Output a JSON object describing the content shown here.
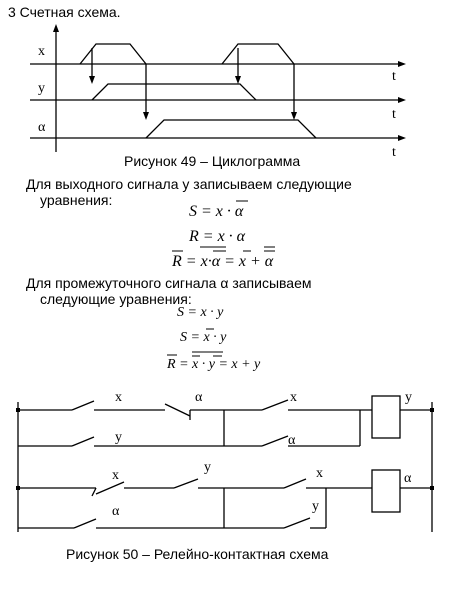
{
  "heading": "3 Счетная схема.",
  "cyclogram": {
    "signals": [
      "x",
      "y",
      "α"
    ],
    "time_label": "t",
    "caption": "Рисунок 49 – Циклограмма"
  },
  "output_signal": {
    "intro_line1": "Для выходного сигнала y записываем следующие",
    "intro_line2": "уравнения:",
    "eq_s_left": "S = x · ",
    "eq_s_over": "α",
    "eq_r": "R = x · α",
    "eq_rbar_r": "R",
    "eq_rbar_mid1": " = ",
    "eq_rbar_x": "x",
    "eq_rbar_mid2": "·",
    "eq_rbar_a": "α",
    "eq_rbar_mid3": " = ",
    "eq_rbar_x2": "x",
    "eq_rbar_plus": " + ",
    "eq_rbar_a2": "α"
  },
  "intermediate_signal": {
    "intro_line1": "Для промежуточного сигнала α записываем",
    "intro_line2": "следующие уравнения:",
    "eq_s1": "S = x · y",
    "eq_s2_left": "S = ",
    "eq_s2_x": "x",
    "eq_s2_right": " · y",
    "eq_r_r": "R",
    "eq_r_mid": " = ",
    "eq_r_x": "x",
    "eq_r_dot": " · ",
    "eq_r_y": "y",
    "eq_r_right": " = x + y"
  },
  "relay_scheme": {
    "contacts_row1": [
      "x",
      "α",
      "x"
    ],
    "contacts_row2": [
      "y",
      "α"
    ],
    "contacts_row3": [
      "x",
      "y",
      "x"
    ],
    "contacts_row4": [
      "α",
      "y"
    ],
    "coil_top": "y",
    "coil_bottom": "α",
    "caption": "Рисунок 50 – Релейно-контактная схема"
  }
}
